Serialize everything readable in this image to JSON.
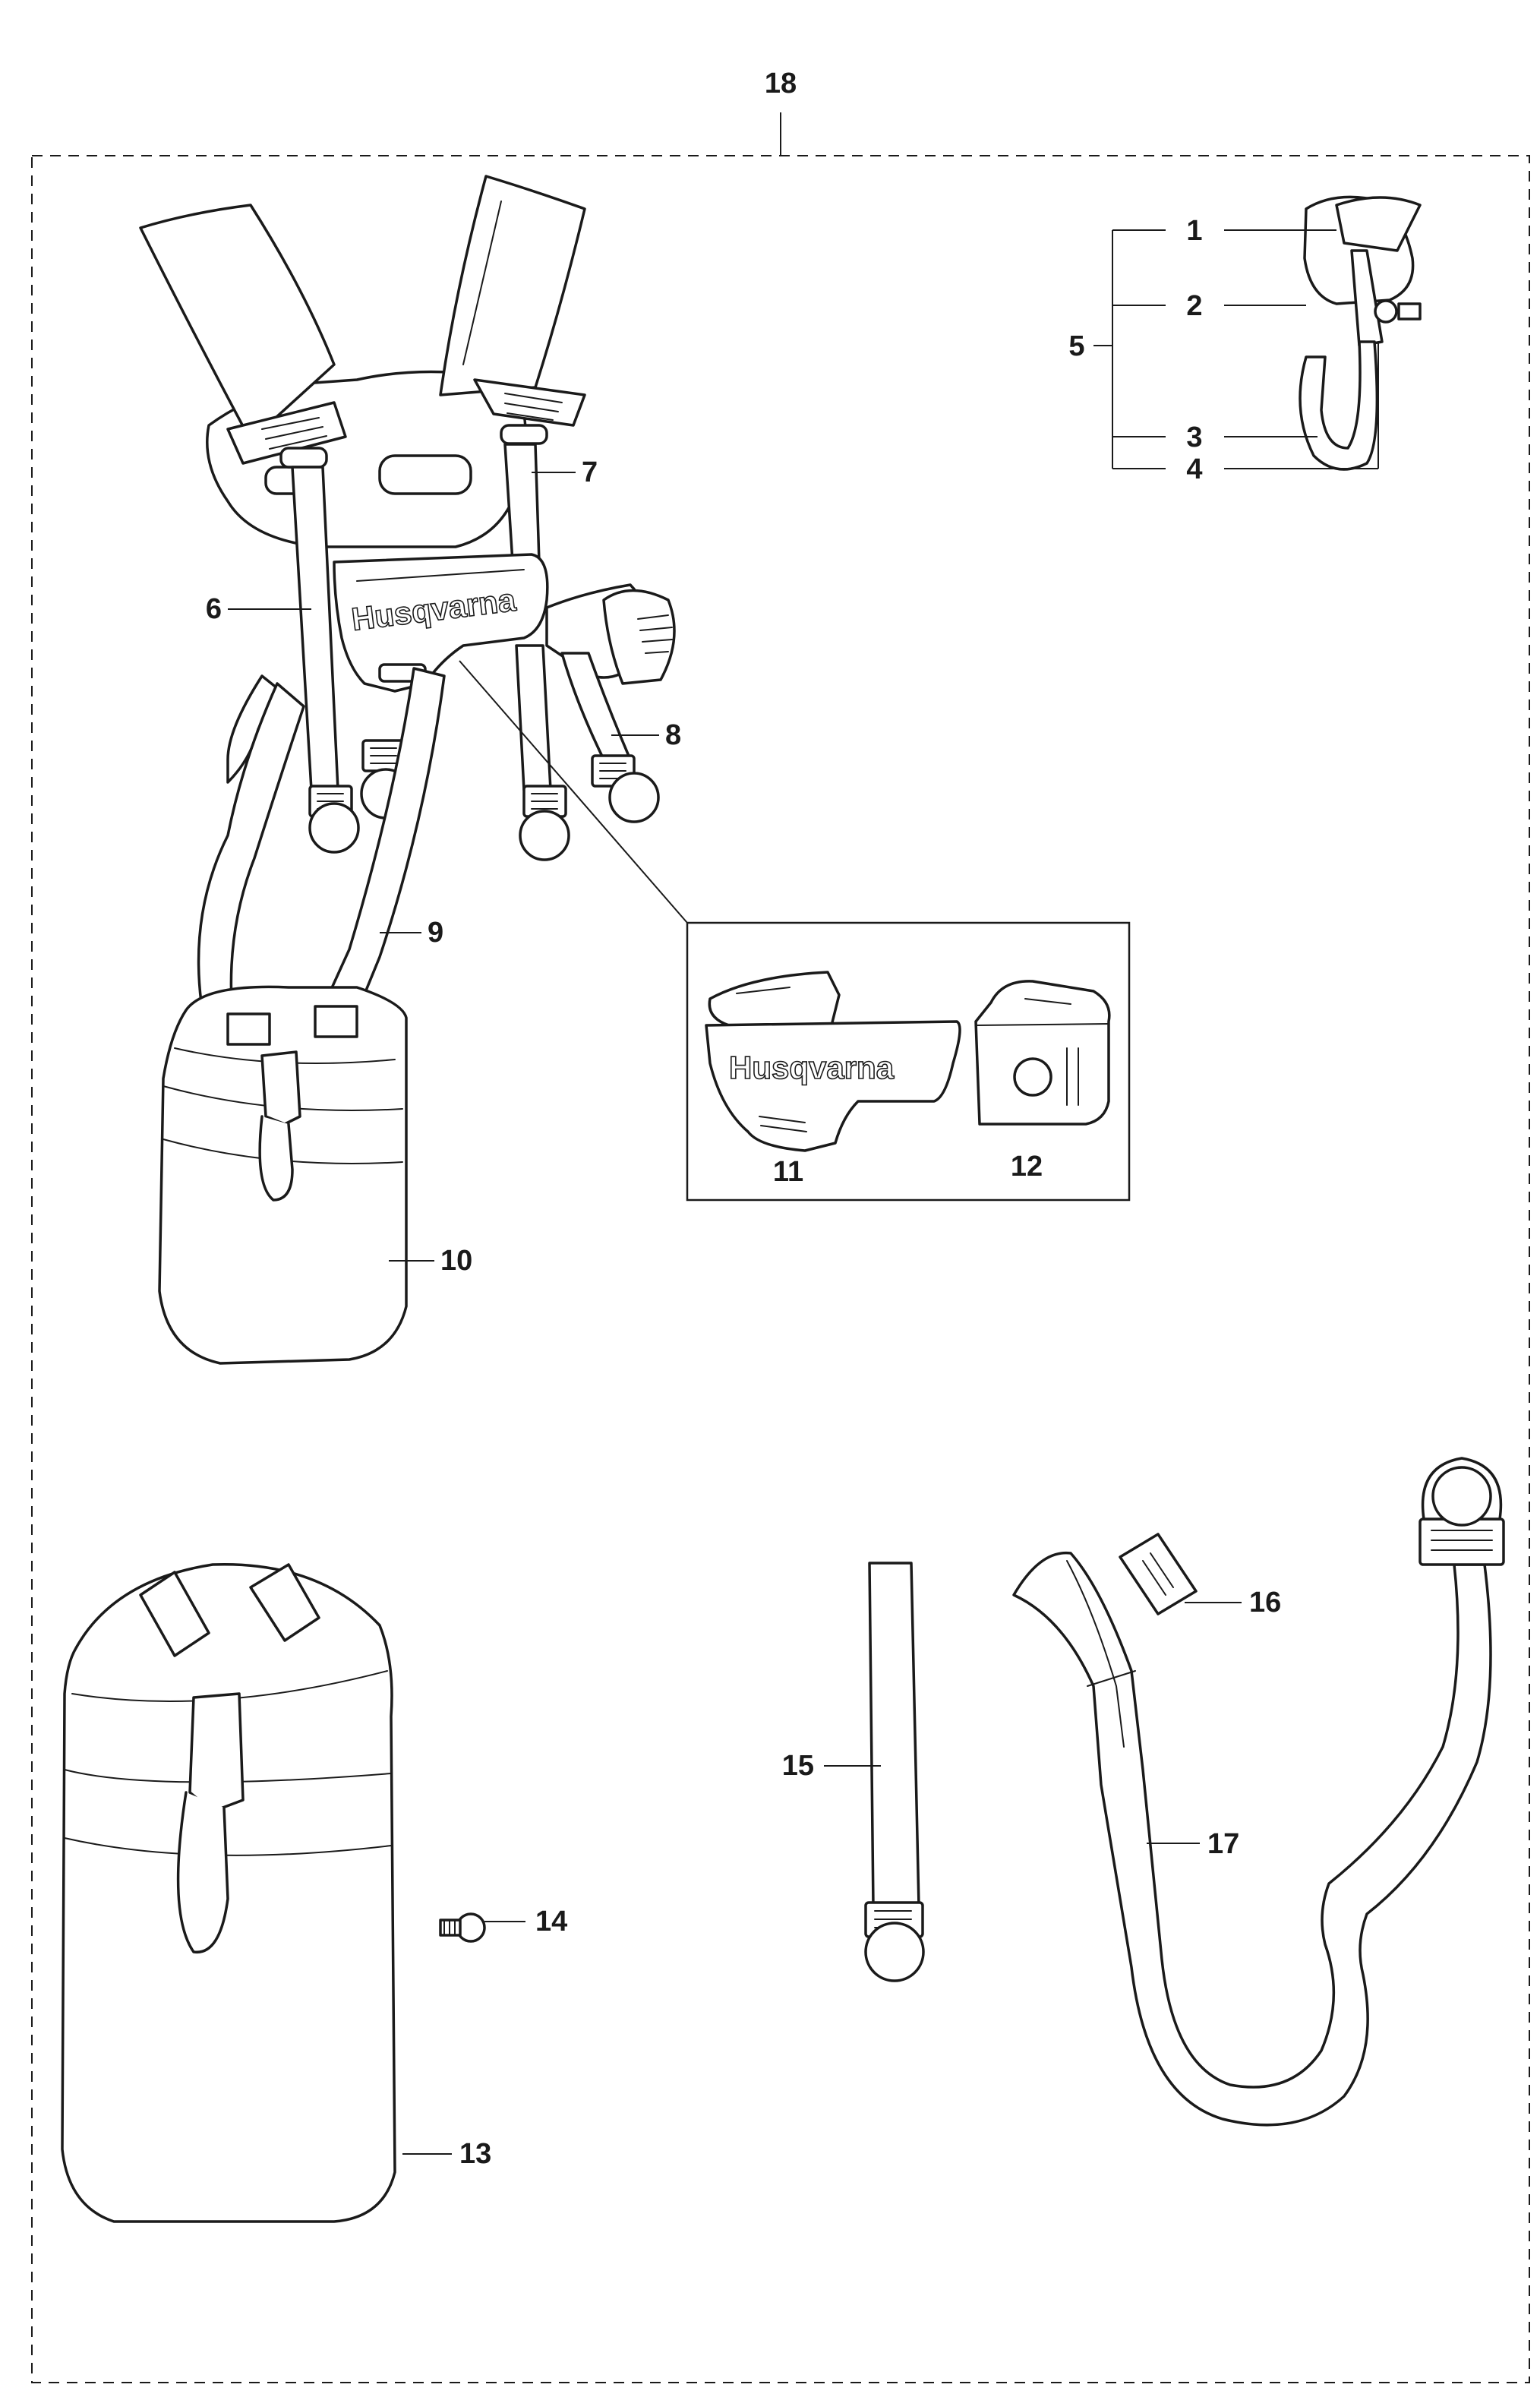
{
  "brand": {
    "logo_text": "Husqvarna"
  },
  "callouts": {
    "c1": "1",
    "c2": "2",
    "c3": "3",
    "c4": "4",
    "c5": "5",
    "c6": "6",
    "c7": "7",
    "c8": "8",
    "c9": "9",
    "c10": "10",
    "c11": "11",
    "c12": "12",
    "c13": "13",
    "c14": "14",
    "c15": "15",
    "c16": "16",
    "c17": "17",
    "c18": "18"
  },
  "colors": {
    "line": "#1a1a1a",
    "background": "#ffffff"
  }
}
